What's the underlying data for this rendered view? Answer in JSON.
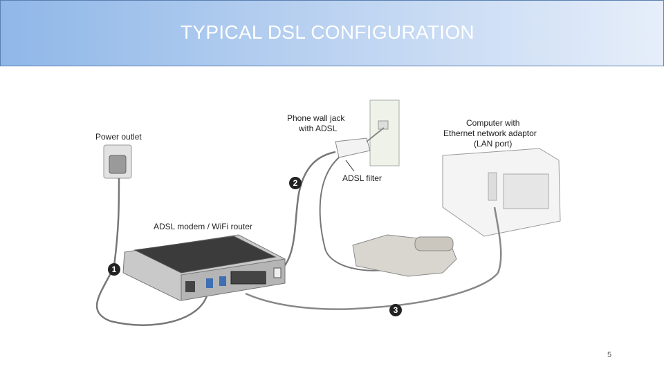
{
  "slide": {
    "title": "TYPICAL DSL CONFIGURATION",
    "page_number": "5"
  },
  "diagram": {
    "labels": {
      "power_outlet": "Power outlet",
      "phone_jack_line1": "Phone wall jack",
      "phone_jack_line2": "with ADSL",
      "computer_line1": "Computer with",
      "computer_line2": "Ethernet network adaptor",
      "computer_line3": "(LAN port)",
      "modem": "ADSL modem / WiFi router",
      "filter": "ADSL filter"
    },
    "callouts": [
      "1",
      "2",
      "3"
    ]
  },
  "colors": {
    "header_border": "#5a7fb0",
    "header_gradient_start": "#8fb7e8",
    "header_gradient_end": "#e6eefa",
    "callout_fill": "#222222"
  }
}
